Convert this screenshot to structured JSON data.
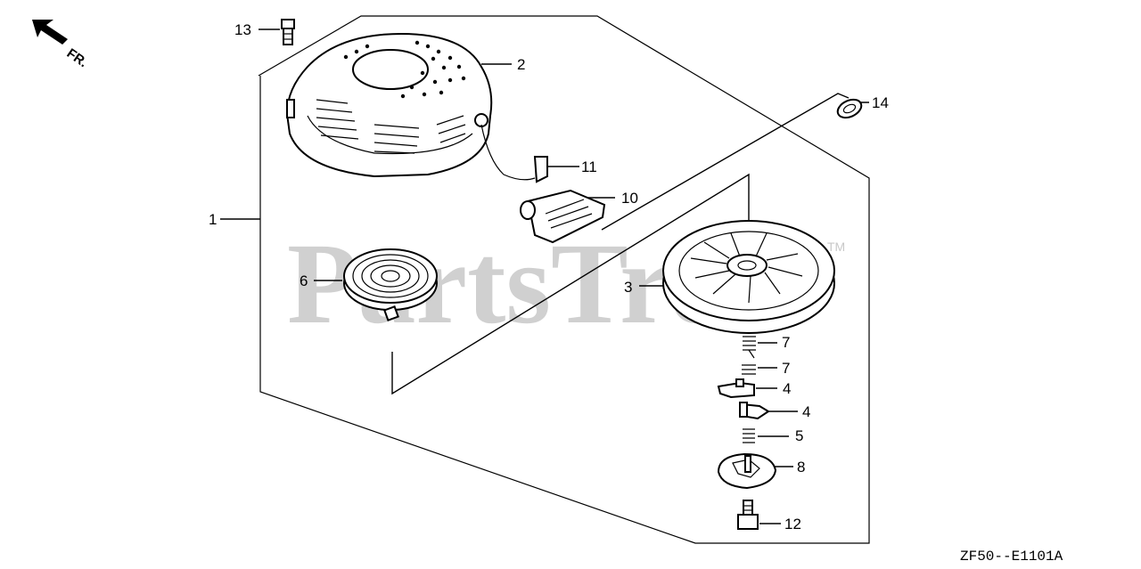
{
  "diagram_code": "ZF50--E1101A",
  "direction_label": "FR.",
  "watermark": "PartsTree",
  "watermark_tm": "TM",
  "callouts": {
    "c1": "1",
    "c2": "2",
    "c3": "3",
    "c4a": "4",
    "c4b": "4",
    "c5": "5",
    "c6": "6",
    "c7a": "7",
    "c7b": "7",
    "c8": "8",
    "c10": "10",
    "c11": "11",
    "c12": "12",
    "c13": "13",
    "c14": "14"
  }
}
